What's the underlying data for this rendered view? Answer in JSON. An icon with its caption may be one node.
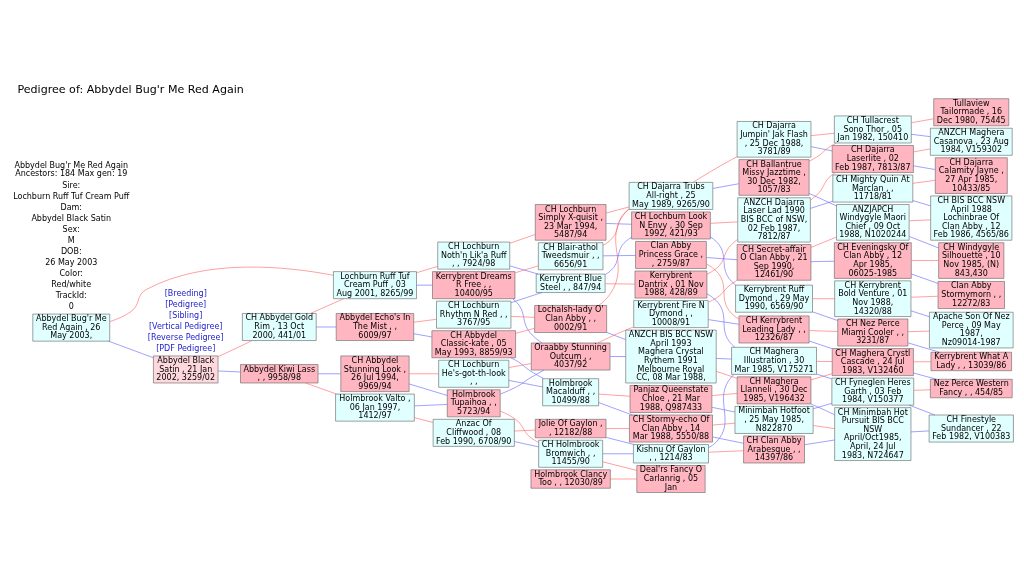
{
  "diagram": {
    "title": "Pedigree of: Abbydel Bug'r Me Red Again",
    "nodes": [
      {
        "text": [
          "Abbydel Bug'r Me Red Again , 26 May 2003,"
        ]
      },
      {
        "text": [
          "Abbydel Black Satin , 21 Jan 2002, 3259/02"
        ]
      },
      {
        "text": [
          "CH Abbydel Gold Rim , 13 Oct 2000, 441/01"
        ]
      },
      {
        "text": [
          "Abbydel Kiwi Lass , , 9958/98"
        ]
      },
      {
        "text": [
          "Lochburn Ruff Tuf Cream Puff , 03 Aug 2001, 8265/99"
        ]
      },
      {
        "text": [
          "Abbydel Echo's In The Mist , , 6009/97"
        ]
      },
      {
        "text": [
          "Holmbrook Valto , 06 Jan 1997, 1412/97"
        ]
      },
      {
        "text": [
          "CH Abbydel Stunning Look , 26 Jul 1994, 9969/94"
        ]
      },
      {
        "text": [
          "CH Lochburn Noth'n Lik'a Ruff , , 7924/98"
        ]
      },
      {
        "text": [
          "Kerrybrent Dreams R Free , , 10400/95"
        ]
      },
      {
        "text": [
          "CH Lochburn Rhythm N Red , , 3767/95"
        ]
      },
      {
        "text": [
          "CH Abbydel Classic-kate , 05 May 1993, 8859/93"
        ]
      },
      {
        "text": [
          "Anzac Of Cliffwood , 08 Feb 1990, 6708/90"
        ]
      },
      {
        "text": [
          "Holmbrook Tupaihoa , , 5723/94"
        ]
      },
      {
        "text": [
          "CH Lochburn He's-got-th-look , ,"
        ]
      },
      {
        "text": [
          "CH Lochburn Simply X-quisit , 23 Mar 1994, 5487/94"
        ]
      },
      {
        "text": [
          "Kerrybrent Blue Steel , , 847/94"
        ]
      },
      {
        "text": [
          "Lochalsh-lady O' Clan Abby , , 0002/91"
        ]
      },
      {
        "text": [
          "CH Blair-athol Tweedsmuir , , 6656/91"
        ]
      },
      {
        "text": [
          "Oraabby Stunning Outcum , , 4037/92"
        ]
      },
      {
        "text": [
          "Holmbrook Macalduff , , 10499/88"
        ]
      },
      {
        "text": [
          "Jolie Of Gaylon , , 12182/88"
        ]
      },
      {
        "text": [
          "CH Holmbrook Bromwich , , 11455/90"
        ]
      },
      {
        "text": [
          "Holmbrook Clancy Too , , 12030/89"
        ]
      },
      {
        "text": [
          "CH Dajarra Trubs All-right , 25 May 1989, 9265/90"
        ]
      },
      {
        "text": [
          "CH Lochburn Look N Envy , 30 Sep 1992, 421/93"
        ]
      },
      {
        "text": [
          "Kerrybrent Fire N Dymond , , 10008/91"
        ]
      },
      {
        "text": [
          "Kerrybrent Dantrix , 01 Nov 1988, 428/89"
        ]
      },
      {
        "text": [
          "Clan Abby Princess Grace , , 2759/87"
        ]
      },
      {
        "text": [
          "ANZCH BIS BCC NSW April 1993 Maghera Crystal Rythem 1991 Melbourne Royal CC, 08 Mar 1988,"
        ]
      },
      {
        "text": [
          "Panjaz Queenstate Chloe , 21 Mar 1988, Q987433"
        ]
      },
      {
        "text": [
          "CH Stormy-echo Of Clan Abby , 14 Mar 1988, 5550/88"
        ]
      },
      {
        "text": [
          "Kishnu Of Gaylon , , 1214/83"
        ]
      },
      {
        "text": [
          "Deal'rs Fancy O Carlanrig , 05 Jan"
        ]
      },
      {
        "text": [
          "CH Dajarra Jumpin' Jak Flash , 25 Dec 1988, 3781/89"
        ]
      },
      {
        "text": [
          "ANZCH Dajarra Laser Lad 1990 BIS BCC of NSW, 02 Feb 1987, 7812/87"
        ]
      },
      {
        "text": [
          "CH Ballantrue Missy Jazztime , 30 Dec 1982, 1057/83"
        ]
      },
      {
        "text": [
          "CH Secret-affair O Clan Abby , 21 Sep 1990, 12461/90"
        ]
      },
      {
        "text": [
          "Kerrybrent Ruff Dymond , 29 May 1990, 6569/90"
        ]
      },
      {
        "text": [
          "CH Kerrybrent Leading Lady , , 12326/87"
        ]
      },
      {
        "text": [
          "CH Maghera Illustration , 30 Mar 1985, V175271"
        ]
      },
      {
        "text": [
          "CH Maghera Llanneli , 30 Dec 1985, V196432"
        ]
      },
      {
        "text": [
          "Minimbah Hotfoot , 25 May 1985, N822870"
        ]
      },
      {
        "text": [
          "CH Clan Abby Arabesque , , 14397/86"
        ]
      },
      {
        "text": [
          "CH Tullacrest Sono Thor , 05 Jan 1982, 150410"
        ]
      },
      {
        "text": [
          "CH Dajarra Laserlite , 02 Feb 1987, 7813/87"
        ]
      },
      {
        "text": [
          "CH Mighty Quin At Marclan , , 11718/81"
        ]
      },
      {
        "text": [
          "ANZJAPCH Windygyle Maori Chief , 09 Oct 1988, N1020244"
        ]
      },
      {
        "text": [
          "CH Eveningsky Of Clan Abby , 12 Apr 1985, 06025-1985"
        ]
      },
      {
        "text": [
          "CH Kerrybrent Bold Venture , 01 Nov 1988, 14320/88"
        ]
      },
      {
        "text": [
          "CH Nez Perce Miami Cooler , , 3231/87"
        ]
      },
      {
        "text": [
          "CH Maghera Crystl Cascade , 24 Jul 1983, V132460"
        ]
      },
      {
        "text": [
          "CH Fyneglen Heres Garth , 03 Feb 1984, V150377"
        ]
      },
      {
        "text": [
          "CH Minimbah Hot Pursuit BIS BCC NSW April/Oct1985, April, 24 Jul 1983, N724647"
        ]
      },
      {
        "text": [
          "Tullaview Tailormade , 16 Dec 1980, 75445"
        ]
      },
      {
        "text": [
          "ANZCH Maghera Casanova , 23 Aug 1984, V159302"
        ]
      },
      {
        "text": [
          "CH Dajarra Calamity Jayne , 27 Apr 1985, 10433/85"
        ]
      },
      {
        "text": [
          "CH BIS BCC NSW April 1988 Lochinbrae Of Clan Abby , 12 Feb 1986, 4565/86"
        ]
      },
      {
        "text": [
          "CH Windygyle Silhouette , 10 Nov 1985, (N) 843,430"
        ]
      },
      {
        "text": [
          "Clan Abby Stormymorn , , 12272/83"
        ]
      },
      {
        "text": [
          "Apache Son Of Nez Perce , 09 May 1987, Nz09014-1987"
        ]
      },
      {
        "text": [
          "Kerrybrent What A Lady , , 13039/86"
        ]
      },
      {
        "text": [
          "Nez Perce Western Fancy , , 454/85"
        ]
      },
      {
        "text": [
          "CH Finestyle Sundancer , 22 Feb 1982, V100383"
        ]
      }
    ],
    "edges": [
      {
        "from": 0,
        "to": 4,
        "arrow": "none",
        "color": "#ff6666"
      },
      {
        "from": 0,
        "to": 1,
        "arrow": "none",
        "color": "#6666ff"
      },
      {
        "from": 1,
        "to": 2,
        "arrow": "none",
        "color": "#ff6666"
      },
      {
        "from": 1,
        "to": 3,
        "arrow": "none",
        "color": "#6666ff"
      },
      {
        "from": 2,
        "to": 4,
        "arrow": "none",
        "color": "#ff6666"
      },
      {
        "from": 2,
        "to": 5,
        "arrow": "none",
        "color": "#6666ff"
      },
      {
        "from": 3,
        "to": 6,
        "arrow": "none",
        "color": "#ff6666"
      },
      {
        "from": 3,
        "to": 7,
        "arrow": "none",
        "color": "#6666ff"
      },
      {
        "from": 4,
        "to": 8,
        "arrow": "none",
        "color": "#ff6666"
      },
      {
        "from": 4,
        "to": 9,
        "arrow": "none",
        "color": "#6666ff"
      },
      {
        "from": 5,
        "to": 10,
        "arrow": "none",
        "color": "#ff6666"
      },
      {
        "from": 5,
        "to": 11,
        "arrow": "none",
        "color": "#6666ff"
      },
      {
        "from": 6,
        "to": 12,
        "arrow": "none",
        "color": "#ff6666"
      },
      {
        "from": 6,
        "to": 13,
        "arrow": "none",
        "color": "#6666ff"
      },
      {
        "from": 7,
        "to": 14,
        "arrow": "none",
        "color": "#ff6666"
      },
      {
        "from": 7,
        "to": 13,
        "arrow": "none",
        "color": "#6666ff"
      },
      {
        "from": 8,
        "to": 15,
        "arrow": "none",
        "color": "#ff6666"
      },
      {
        "from": 8,
        "to": 16,
        "arrow": "none",
        "color": "#6666ff"
      },
      {
        "from": 9,
        "to": 18,
        "arrow": "none",
        "color": "#ff6666"
      },
      {
        "from": 9,
        "to": 19,
        "arrow": "none",
        "color": "#6666ff"
      },
      {
        "from": 10,
        "to": 17,
        "arrow": "none",
        "color": "#ff6666"
      },
      {
        "from": 10,
        "to": 16,
        "arrow": "none",
        "color": "#6666ff"
      },
      {
        "from": 11,
        "to": 17,
        "arrow": "none",
        "color": "#ff6666"
      },
      {
        "from": 11,
        "to": 20,
        "arrow": "none",
        "color": "#6666ff"
      },
      {
        "from": 12,
        "to": 21,
        "arrow": "none",
        "color": "#ff6666"
      },
      {
        "from": 12,
        "to": 22,
        "arrow": "none",
        "color": "#6666ff"
      },
      {
        "from": 13,
        "to": 22,
        "arrow": "none",
        "color": "#ff6666"
      },
      {
        "from": 13,
        "to": 19,
        "arrow": "none",
        "color": "#6666ff"
      },
      {
        "from": 14,
        "to": 19,
        "arrow": "none",
        "color": "#ff6666"
      },
      {
        "from": 14,
        "to": 20,
        "arrow": "none",
        "color": "#6666ff"
      },
      {
        "from": 15,
        "to": 24,
        "arrow": "none",
        "color": "#ff6666"
      },
      {
        "from": 15,
        "to": 25,
        "arrow": "none",
        "color": "#6666ff"
      },
      {
        "from": 16,
        "to": 27,
        "arrow": "none",
        "color": "#ff6666"
      },
      {
        "from": 16,
        "to": 25,
        "arrow": "none",
        "color": "#6666ff"
      },
      {
        "from": 17,
        "to": 24,
        "arrow": "none",
        "color": "#ff6666"
      },
      {
        "from": 17,
        "to": 29,
        "arrow": "none",
        "color": "#6666ff"
      },
      {
        "from": 18,
        "to": 24,
        "arrow": "none",
        "color": "#ff6666"
      },
      {
        "from": 18,
        "to": 28,
        "arrow": "none",
        "color": "#6666ff"
      },
      {
        "from": 19,
        "to": 26,
        "arrow": "none",
        "color": "#ff6666"
      },
      {
        "from": 19,
        "to": 29,
        "arrow": "none",
        "color": "#6666ff"
      },
      {
        "from": 20,
        "to": 30,
        "arrow": "none",
        "color": "#ff6666"
      },
      {
        "from": 20,
        "to": 31,
        "arrow": "none",
        "color": "#6666ff"
      },
      {
        "from": 21,
        "to": 31,
        "arrow": "none",
        "color": "#ff6666"
      },
      {
        "from": 21,
        "to": 32,
        "arrow": "none",
        "color": "#6666ff"
      },
      {
        "from": 22,
        "to": 33,
        "arrow": "none",
        "color": "#ff6666"
      },
      {
        "from": 22,
        "to": 32,
        "arrow": "none",
        "color": "#6666ff"
      },
      {
        "from": 23,
        "to": 33,
        "arrow": "none",
        "color": "#ff6666"
      },
      {
        "from": 24,
        "to": 34,
        "arrow": "none",
        "color": "#ff6666"
      },
      {
        "from": 24,
        "to": 36,
        "arrow": "none",
        "color": "#6666ff"
      },
      {
        "from": 25,
        "to": 35,
        "arrow": "none",
        "color": "#ff6666"
      },
      {
        "from": 25,
        "to": 38,
        "arrow": "none",
        "color": "#6666ff"
      },
      {
        "from": 26,
        "to": 37,
        "arrow": "none",
        "color": "#ff6666"
      },
      {
        "from": 26,
        "to": 39,
        "arrow": "none",
        "color": "#6666ff"
      },
      {
        "from": 27,
        "to": 35,
        "arrow": "none",
        "color": "#ff6666"
      },
      {
        "from": 27,
        "to": 40,
        "arrow": "none",
        "color": "#6666ff"
      },
      {
        "from": 28,
        "to": 39,
        "arrow": "none",
        "color": "#ff6666"
      },
      {
        "from": 28,
        "to": 37,
        "arrow": "none",
        "color": "#6666ff"
      },
      {
        "from": 29,
        "to": 41,
        "arrow": "none",
        "color": "#ff6666"
      },
      {
        "from": 29,
        "to": 40,
        "arrow": "none",
        "color": "#6666ff"
      },
      {
        "from": 30,
        "to": 41,
        "arrow": "none",
        "color": "#ff6666"
      },
      {
        "from": 30,
        "to": 42,
        "arrow": "none",
        "color": "#6666ff"
      },
      {
        "from": 31,
        "to": 42,
        "arrow": "none",
        "color": "#ff6666"
      },
      {
        "from": 31,
        "to": 43,
        "arrow": "none",
        "color": "#6666ff"
      },
      {
        "from": 32,
        "to": 43,
        "arrow": "none",
        "color": "#ff6666"
      },
      {
        "from": 32,
        "to": 40,
        "arrow": "none",
        "color": "#6666ff"
      },
      {
        "from": 34,
        "to": 44,
        "arrow": "none",
        "color": "#ff6666"
      },
      {
        "from": 34,
        "to": 45,
        "arrow": "none",
        "color": "#6666ff"
      },
      {
        "from": 35,
        "to": 45,
        "arrow": "none",
        "color": "#ff6666"
      },
      {
        "from": 35,
        "to": 46,
        "arrow": "none",
        "color": "#6666ff"
      },
      {
        "from": 36,
        "to": 44,
        "arrow": "none",
        "color": "#ff6666"
      },
      {
        "from": 36,
        "to": 47,
        "arrow": "none",
        "color": "#6666ff"
      },
      {
        "from": 37,
        "to": 47,
        "arrow": "none",
        "color": "#ff6666"
      },
      {
        "from": 37,
        "to": 48,
        "arrow": "none",
        "color": "#6666ff"
      },
      {
        "from": 38,
        "to": 49,
        "arrow": "none",
        "color": "#ff6666"
      },
      {
        "from": 38,
        "to": 50,
        "arrow": "none",
        "color": "#6666ff"
      },
      {
        "from": 39,
        "to": 50,
        "arrow": "none",
        "color": "#ff6666"
      },
      {
        "from": 39,
        "to": 51,
        "arrow": "none",
        "color": "#6666ff"
      },
      {
        "from": 40,
        "to": 51,
        "arrow": "none",
        "color": "#ff6666"
      },
      {
        "from": 40,
        "to": 52,
        "arrow": "none",
        "color": "#6666ff"
      },
      {
        "from": 41,
        "to": 51,
        "arrow": "none",
        "color": "#ff6666"
      },
      {
        "from": 41,
        "to": 53,
        "arrow": "none",
        "color": "#6666ff"
      },
      {
        "from": 42,
        "to": 53,
        "arrow": "none",
        "color": "#ff6666"
      },
      {
        "from": 42,
        "to": 52,
        "arrow": "none",
        "color": "#6666ff"
      },
      {
        "from": 43,
        "to": 53,
        "arrow": "none",
        "color": "#6666ff"
      },
      {
        "from": 44,
        "to": 54,
        "arrow": "none",
        "color": "#ff6666"
      },
      {
        "from": 44,
        "to": 55,
        "arrow": "none",
        "color": "#6666ff"
      },
      {
        "from": 45,
        "to": 55,
        "arrow": "none",
        "color": "#ff6666"
      },
      {
        "from": 45,
        "to": 56,
        "arrow": "none",
        "color": "#6666ff"
      },
      {
        "from": 46,
        "to": 56,
        "arrow": "none",
        "color": "#ff6666"
      },
      {
        "from": 46,
        "to": 57,
        "arrow": "none",
        "color": "#6666ff"
      },
      {
        "from": 47,
        "to": 57,
        "arrow": "none",
        "color": "#ff6666"
      },
      {
        "from": 47,
        "to": 58,
        "arrow": "none",
        "color": "#6666ff"
      },
      {
        "from": 48,
        "to": 58,
        "arrow": "none",
        "color": "#ff6666"
      },
      {
        "from": 48,
        "to": 59,
        "arrow": "none",
        "color": "#6666ff"
      },
      {
        "from": 49,
        "to": 59,
        "arrow": "none",
        "color": "#ff6666"
      },
      {
        "from": 49,
        "to": 60,
        "arrow": "none",
        "color": "#6666ff"
      },
      {
        "from": 50,
        "to": 60,
        "arrow": "none",
        "color": "#ff6666"
      },
      {
        "from": 50,
        "to": 61,
        "arrow": "none",
        "color": "#6666ff"
      },
      {
        "from": 51,
        "to": 61,
        "arrow": "none",
        "color": "#ff6666"
      },
      {
        "from": 51,
        "to": 62,
        "arrow": "none",
        "color": "#6666ff"
      },
      {
        "from": 52,
        "to": 62,
        "arrow": "none",
        "color": "#ff6666"
      },
      {
        "from": 52,
        "to": 63,
        "arrow": "none",
        "color": "#6666ff"
      },
      {
        "from": 53,
        "to": 63,
        "arrow": "none",
        "color": "#6666ff"
      }
    ],
    "labels": [
      "[Breeding]",
      "[Pedigree]",
      "[Sibling]",
      "[Vertical Pedigree]",
      "[Reverse Pedigree]",
      "[PDF Pedigree]",
      "Abbydel Bug'r Me Red Again Ancestors: 184 Max gen: 19",
      "Sire:",
      "Lochburn Ruff Tuf Cream Puff",
      "Dam:",
      "Abbydel Black Satin",
      "Sex:",
      "M",
      "DOB:",
      "26 May 2003",
      "Color:",
      "Red/white",
      "TrackId:",
      "0"
    ]
  }
}
